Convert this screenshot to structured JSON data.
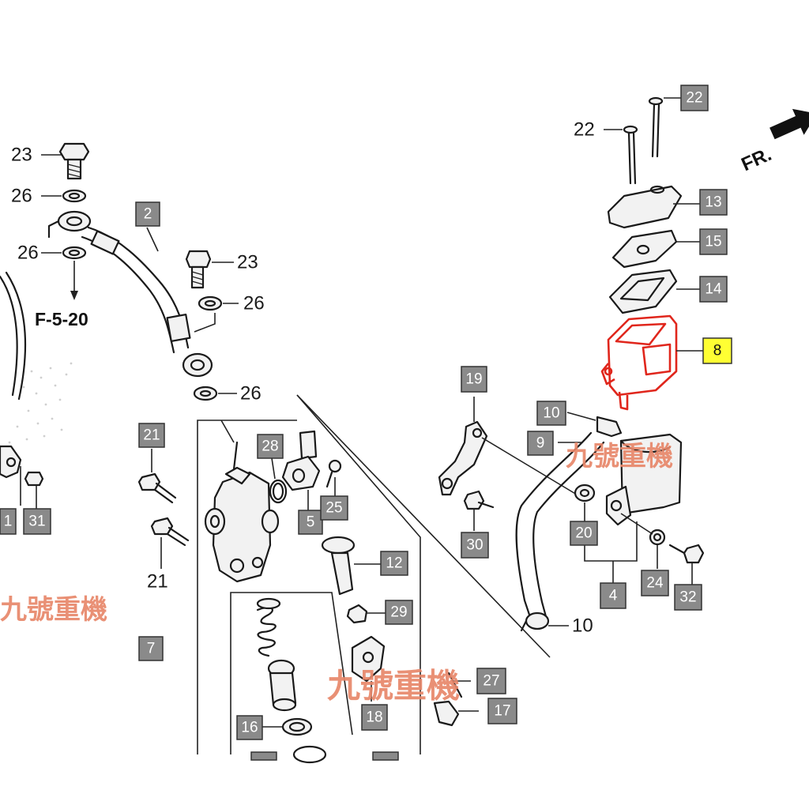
{
  "diagram": {
    "reference": "F-5-20",
    "direction_label": "FR.",
    "watermark": "九號重機",
    "highlighted_part": "8",
    "callouts_boxed": [
      "2",
      "7",
      "21",
      "28",
      "5",
      "25",
      "12",
      "29",
      "16",
      "18",
      "27",
      "17",
      "19",
      "9",
      "10",
      "30",
      "20",
      "4",
      "24",
      "32",
      "13",
      "15",
      "14",
      "31",
      "22",
      "1"
    ],
    "callouts_plain": [
      "23",
      "26",
      "26",
      "23",
      "26",
      "26",
      "21",
      "10",
      "22"
    ],
    "highlight_color": "#ffff33",
    "highlight_outline_color": "#e0261c",
    "box_color": "#8a8a8a",
    "watermark_color": "#e8876a"
  }
}
